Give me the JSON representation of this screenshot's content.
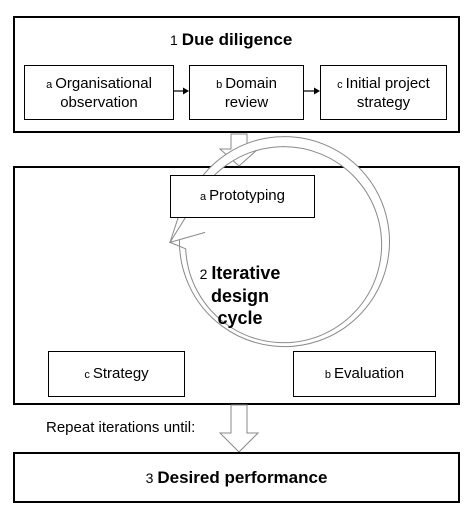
{
  "stage1": {
    "number": "1",
    "title": "Due diligence",
    "steps": [
      {
        "letter": "a",
        "label_line1": "Organisational",
        "label_line2": "observation"
      },
      {
        "letter": "b",
        "label_line1": "Domain",
        "label_line2": "review"
      },
      {
        "letter": "c",
        "label_line1": "Initial project",
        "label_line2": "strategy"
      }
    ]
  },
  "stage2": {
    "number": "2",
    "title_line1": "Iterative",
    "title_line2": "design",
    "title_line3": "cycle",
    "steps": [
      {
        "letter": "a",
        "label": "Prototyping"
      },
      {
        "letter": "b",
        "label": "Evaluation"
      },
      {
        "letter": "c",
        "label": "Strategy"
      }
    ]
  },
  "connector_label": "Repeat iterations until:",
  "stage3": {
    "number": "3",
    "title": "Desired performance"
  }
}
